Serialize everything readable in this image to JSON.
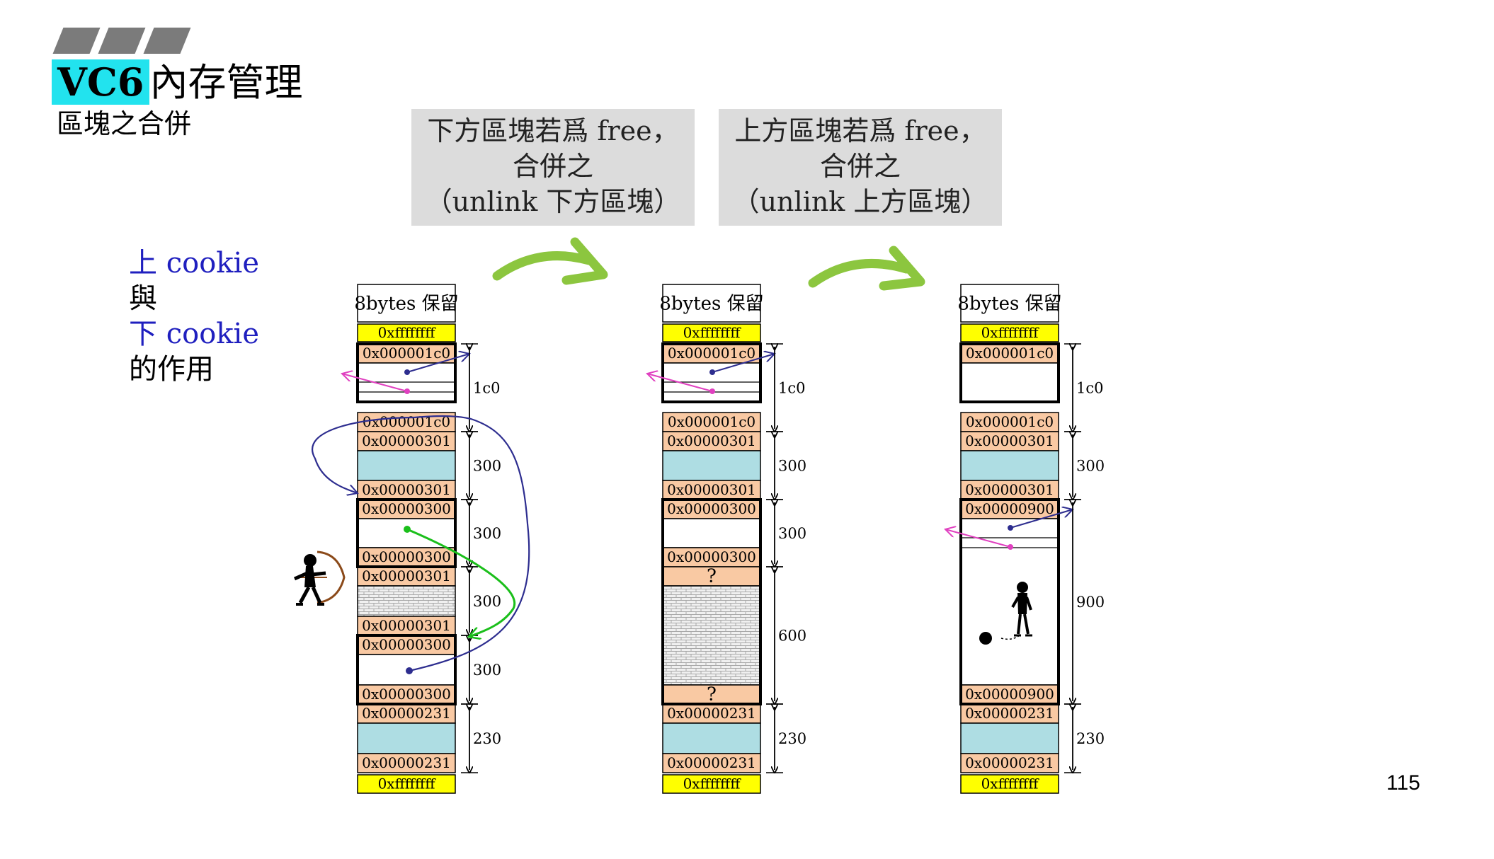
{
  "header": {
    "title_vc6": "VC6",
    "title_rest": "內存管理",
    "subtitle": "區塊之合併"
  },
  "captions": {
    "lower": [
      "下方區塊若爲 free，",
      "合併之",
      "（unlink 下方區塊）"
    ],
    "upper": [
      "上方區塊若爲 free，",
      "合併之",
      "（unlink 上方區塊）"
    ]
  },
  "cookie_note": {
    "line1_a": "上",
    "line1_b": " cookie",
    "line2": "與",
    "line3_a": "下",
    "line3_b": " cookie",
    "line4": "的作用"
  },
  "columns": [
    {
      "reserved": "8bytes 保留",
      "cells": [
        "0xffffffff",
        "0x000001c0",
        "0x000001c0",
        "0x00000301",
        "0x00000301",
        "0x00000300",
        "0x00000300",
        "0x00000301",
        "0x00000301",
        "0x00000300",
        "0x00000300",
        "0x00000231",
        "0x00000231",
        "0xffffffff"
      ],
      "sizes": [
        "1c0",
        "300",
        "300",
        "300",
        "300",
        "230"
      ]
    },
    {
      "reserved": "8bytes 保留",
      "cells": [
        "0xffffffff",
        "0x000001c0",
        "0x000001c0",
        "0x00000301",
        "0x00000301",
        "0x00000300",
        "0x00000300",
        "?",
        "?",
        "0x00000231",
        "0x00000231",
        "0xffffffff"
      ],
      "sizes": [
        "1c0",
        "300",
        "300",
        "600",
        "230"
      ]
    },
    {
      "reserved": "8bytes 保留",
      "cells": [
        "0xffffffff",
        "0x000001c0",
        "0x000001c0",
        "0x00000301",
        "0x00000301",
        "0x00000900",
        "0x00000900",
        "0x00000231",
        "0x00000231",
        "0xffffffff"
      ],
      "sizes": [
        "1c0",
        "300",
        "900",
        "230"
      ]
    }
  ],
  "page_number": "115",
  "colors": {
    "cookie": "#f9c9a3",
    "sentinel": "#ffff00",
    "used_fill": "#aedde3",
    "cookie_blue": "#1f1fbf",
    "arrow_green": "#8cc63f",
    "title_highlight": "#22e3ee",
    "caption_bg": "#dcdcdc"
  },
  "icons": [
    "archer-figure-icon",
    "prisoner-ball-and-chain-icon",
    "green-curved-arrow-icon"
  ]
}
